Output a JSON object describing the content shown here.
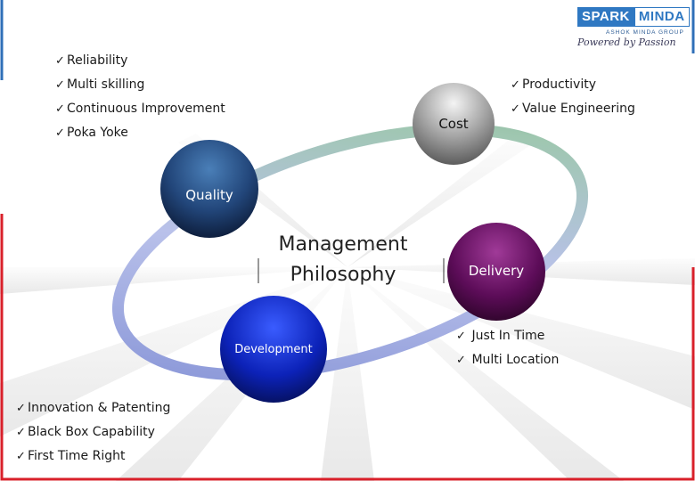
{
  "logo": {
    "brand_left": "SPARK",
    "brand_right": "MINDA",
    "group": "ASHOK MINDA GROUP",
    "tagline": "Powered by Passion"
  },
  "diagram": {
    "center_title_line1": "Management",
    "center_title_line2": "Philosophy",
    "nodes": {
      "quality": "Quality",
      "cost": "Cost",
      "delivery": "Delivery",
      "development": "Development"
    },
    "quality_items": [
      "Reliability",
      "Multi skilling",
      "Continuous Improvement",
      "Poka Yoke"
    ],
    "cost_items": [
      "Productivity",
      "Value Engineering"
    ],
    "delivery_items": [
      "Just In Time",
      "Multi Location"
    ],
    "development_items": [
      "Innovation & Patenting",
      "Black Box Capability",
      "First Time Right"
    ]
  },
  "colors": {
    "quality": "#1c3a66",
    "cost": "#8a8a8a",
    "delivery": "#5a0a55",
    "development": "#0c1fa8",
    "ring": "#8a95d6",
    "frame_red": "#d9202a",
    "frame_blue": "#2f6fb8"
  },
  "icons": {
    "bullet": "check-icon"
  }
}
